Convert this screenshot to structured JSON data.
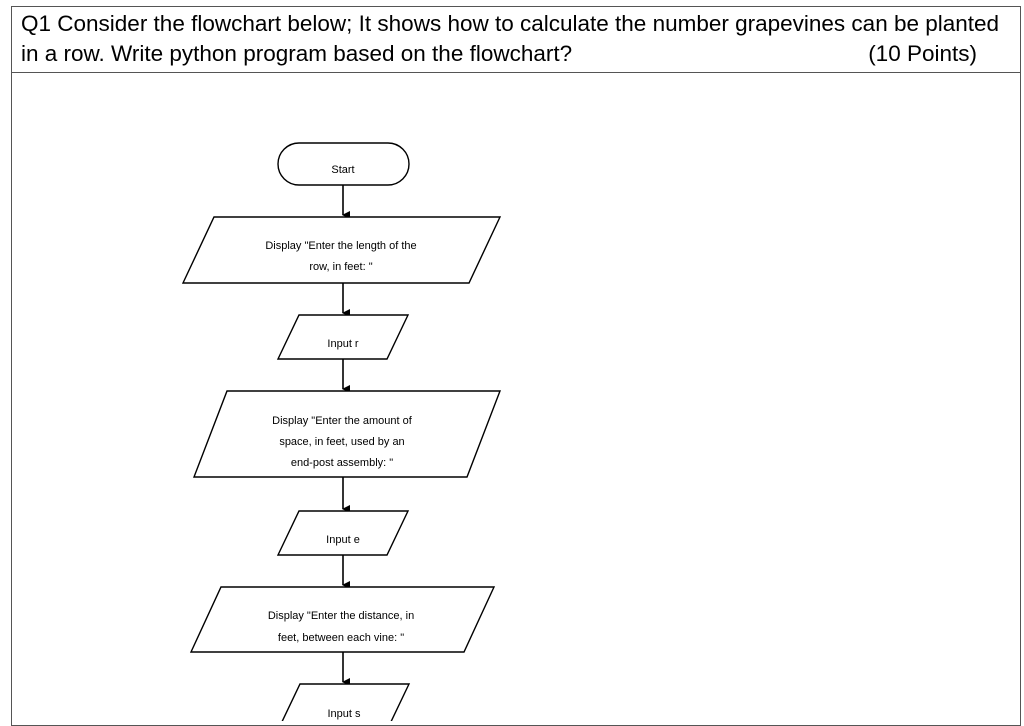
{
  "question": {
    "text": "Q1 Consider the flowchart below; It shows how to calculate the number grapevines can be planted in a row. Write python program based on the flowchart?",
    "points": "(10 Points)"
  },
  "flowchart": {
    "nodes": [
      {
        "id": "start",
        "shape": "terminal",
        "lines": [
          "Start"
        ]
      },
      {
        "id": "display-length",
        "shape": "parallelogram",
        "lines": [
          "Display \"Enter the length of the",
          "row, in feet: \""
        ]
      },
      {
        "id": "input-r",
        "shape": "parallelogram",
        "lines": [
          "Input r"
        ]
      },
      {
        "id": "display-endpost",
        "shape": "parallelogram",
        "lines": [
          "Display \"Enter the amount of",
          "space, in feet, used by an",
          "end-post assembly: \""
        ]
      },
      {
        "id": "input-e",
        "shape": "parallelogram",
        "lines": [
          "Input e"
        ]
      },
      {
        "id": "display-distance",
        "shape": "parallelogram",
        "lines": [
          "Display \"Enter the distance, in",
          "feet, between each vine: \""
        ]
      },
      {
        "id": "input-s",
        "shape": "parallelogram",
        "lines": [
          "Input s"
        ]
      }
    ]
  }
}
